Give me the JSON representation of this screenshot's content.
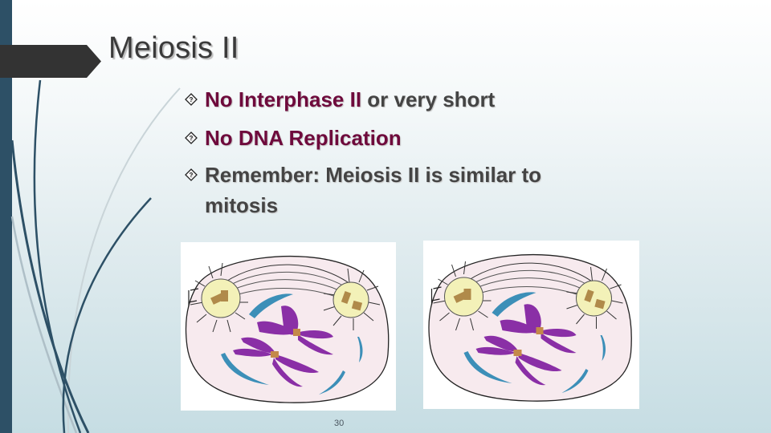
{
  "slide": {
    "title": "Meiosis II",
    "page_number": "30",
    "colors": {
      "left_bar": "#2d5066",
      "title_arrow": "#333333",
      "title_text": "#3a3a3a",
      "emphasis_text": "#6e0a3c",
      "body_text": "#444444",
      "background_top": "#ffffff",
      "background_bottom": "#c6dde3"
    },
    "bullets": [
      {
        "icon": "diamond-question-icon",
        "emphasis": "No Interphase II",
        "rest": " or very short"
      },
      {
        "icon": "diamond-question-icon",
        "emphasis": "No DNA Replication",
        "rest": ""
      },
      {
        "icon": "diamond-question-icon",
        "emphasis": "",
        "rest": "Remember: Meiosis II is similar to",
        "continuation": "mitosis"
      }
    ],
    "images": [
      {
        "name": "cell-diagram-left",
        "alt": "Cell in metaphase with two centrosomes, spindle fibers and purple chromosomes"
      },
      {
        "name": "cell-diagram-right",
        "alt": "Cell in metaphase with two centrosomes, spindle fibers and purple chromosomes"
      }
    ]
  }
}
